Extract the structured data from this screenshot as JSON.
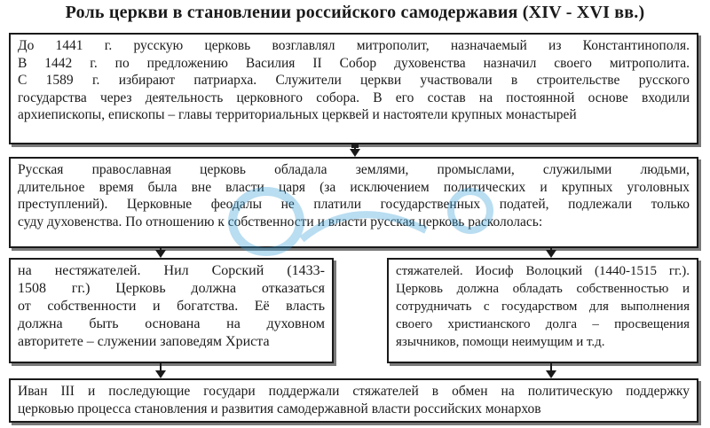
{
  "title": "Роль церкви в становлении российского самодержавия (XIV - XVI вв.)",
  "box_top": {
    "lines": [
      "До 1441 г. русскую церковь возглавлял митрополит, назначаемый из Константинополя.",
      "В 1442 г. по предложению Василия II Собор духовенства назначил своего митрополита.",
      "С 1589 г. избирают патриарха. Служители церкви участвовали в строительстве русского",
      "государства через деятельность церковного собора. В его состав на постоянной основе входили",
      "архиепископы, епископы – главы территориальных церквей и настоятели крупных монастырей"
    ]
  },
  "box_middle": {
    "lines": [
      "Русская православная церковь обладала землями, промыслами, служилыми людьми,",
      "длительное время была вне власти царя (за исключением политических и крупных уголовных",
      "преступлений). Церковные феодалы не платили государственных податей, подлежали только",
      "суду духовенства. По отношению к собственности и власти русская церковь раскололась:"
    ]
  },
  "box_left": {
    "lines": [
      "на нестяжателей. Нил Сорский (1433-",
      "1508 гг.) Церковь должна отказаться",
      "от собственности и богатства. Её власть",
      "должна быть основана на духовном",
      "авторитете – служении заповедям Христа"
    ]
  },
  "box_right": {
    "lines": [
      "стяжателей. Иосиф Волоцкий (1440-1515 гг.).",
      "Церковь должна обладать собственностью и",
      "сотрудничать с государством для выполнения",
      "своего христианского долга – просвещения",
      "язычников, помощи неимущим и т.д."
    ]
  },
  "box_bottom": {
    "lines": [
      "Иван III и последующие государи поддержали стяжателей в обмен на политическую поддержку",
      "церковью процесса становления и развития самодержавной власти российских монархов"
    ]
  },
  "colors": {
    "border": "#1a1a1a",
    "shadow": "#7a7a7a",
    "watermark": "#3aa0d8"
  }
}
